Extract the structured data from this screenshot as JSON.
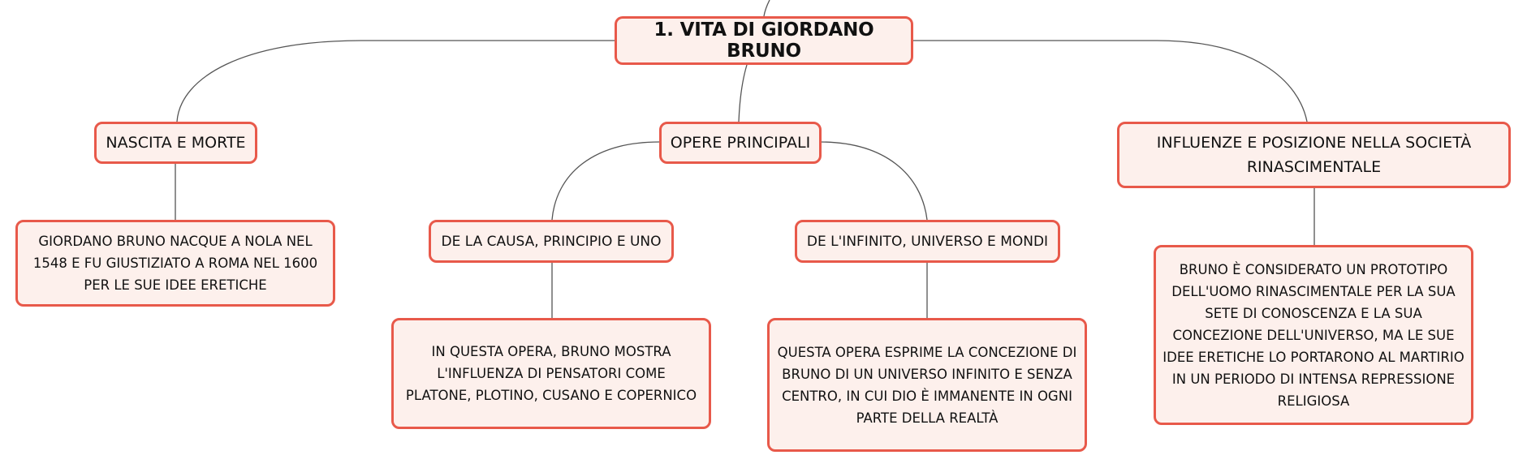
{
  "root": {
    "label": "1. VITA DI GIORDANO BRUNO"
  },
  "branches": {
    "nascita": {
      "label": "NASCITA E MORTE",
      "detail": "GIORDANO BRUNO NACQUE A NOLA NEL 1548 E FU GIUSTIZIATO A ROMA NEL 1600 PER LE SUE IDEE ERETICHE"
    },
    "opere": {
      "label": "OPERE PRINCIPALI",
      "causa": {
        "label": "DE LA CAUSA, PRINCIPIO E UNO",
        "detail": "IN QUESTA OPERA, BRUNO MOSTRA L'INFLUENZA DI PENSATORI COME PLATONE, PLOTINO, CUSANO E COPERNICO"
      },
      "infinito": {
        "label": "DE L'INFINITO, UNIVERSO E MONDI",
        "detail": "QUESTA OPERA ESPRIME LA CONCEZIONE DI BRUNO DI UN UNIVERSO INFINITO E SENZA CENTRO, IN CUI DIO È IMMANENTE IN OGNI PARTE DELLA REALTÀ"
      }
    },
    "influenze": {
      "label": "INFLUENZE E POSIZIONE NELLA SOCIETÀ RINASCIMENTALE",
      "detail": "BRUNO È CONSIDERATO UN PROTOTIPO DELL'UOMO RINASCIMENTALE PER LA SUA SETE DI CONOSCENZA E LA SUA CONCEZIONE DELL'UNIVERSO, MA LE SUE IDEE ERETICHE LO PORTARONO AL MARTIRIO IN UN PERIODO DI INTENSA REPRESSIONE RELIGIOSA"
    }
  },
  "colors": {
    "node_border": "#e8594a",
    "node_fill": "#fdf0ec",
    "connector": "#555555"
  }
}
